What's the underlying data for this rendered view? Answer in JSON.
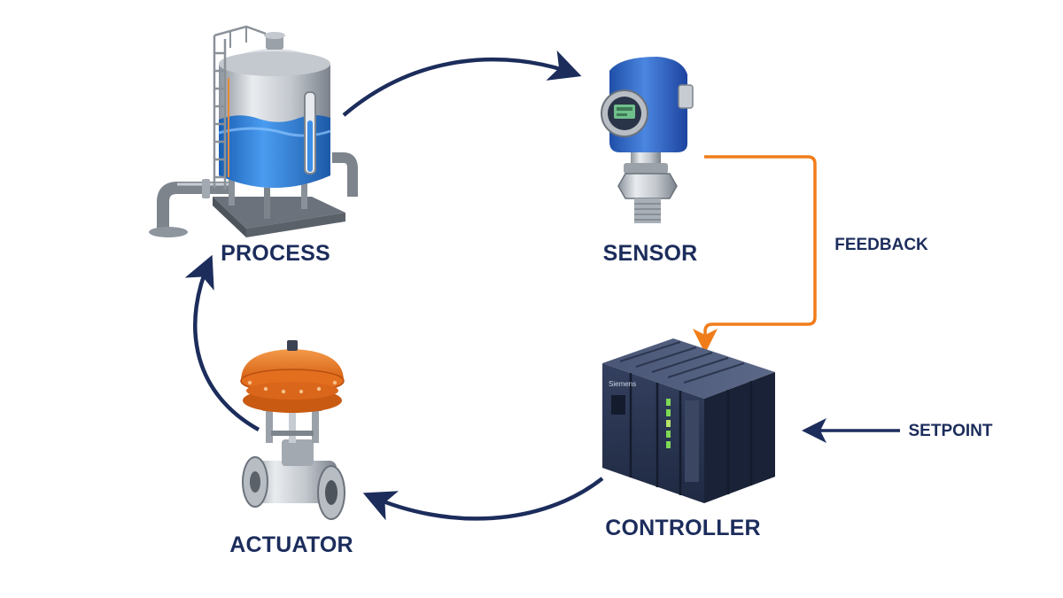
{
  "diagram": {
    "nodes": {
      "process": {
        "label": "PROCESS",
        "icon": "storage-tank-icon"
      },
      "sensor": {
        "label": "SENSOR",
        "icon": "pressure-transmitter-icon"
      },
      "controller": {
        "label": "CONTROLLER",
        "icon": "plc-controller-icon"
      },
      "actuator": {
        "label": "ACTUATOR",
        "icon": "control-valve-icon"
      }
    },
    "signals": {
      "feedback": "FEEDBACK",
      "setpoint": "SETPOINT"
    },
    "controller_brand": "Siemens",
    "colors": {
      "arrow_main": "#1c2d5c",
      "arrow_feedback": "#f07d1a",
      "label_text": "#1c2d5c",
      "water": "#2f7fd6",
      "sensor_housing": "#2f62c4",
      "valve_actuator": "#e8701e",
      "controller_body": "#283453"
    }
  }
}
